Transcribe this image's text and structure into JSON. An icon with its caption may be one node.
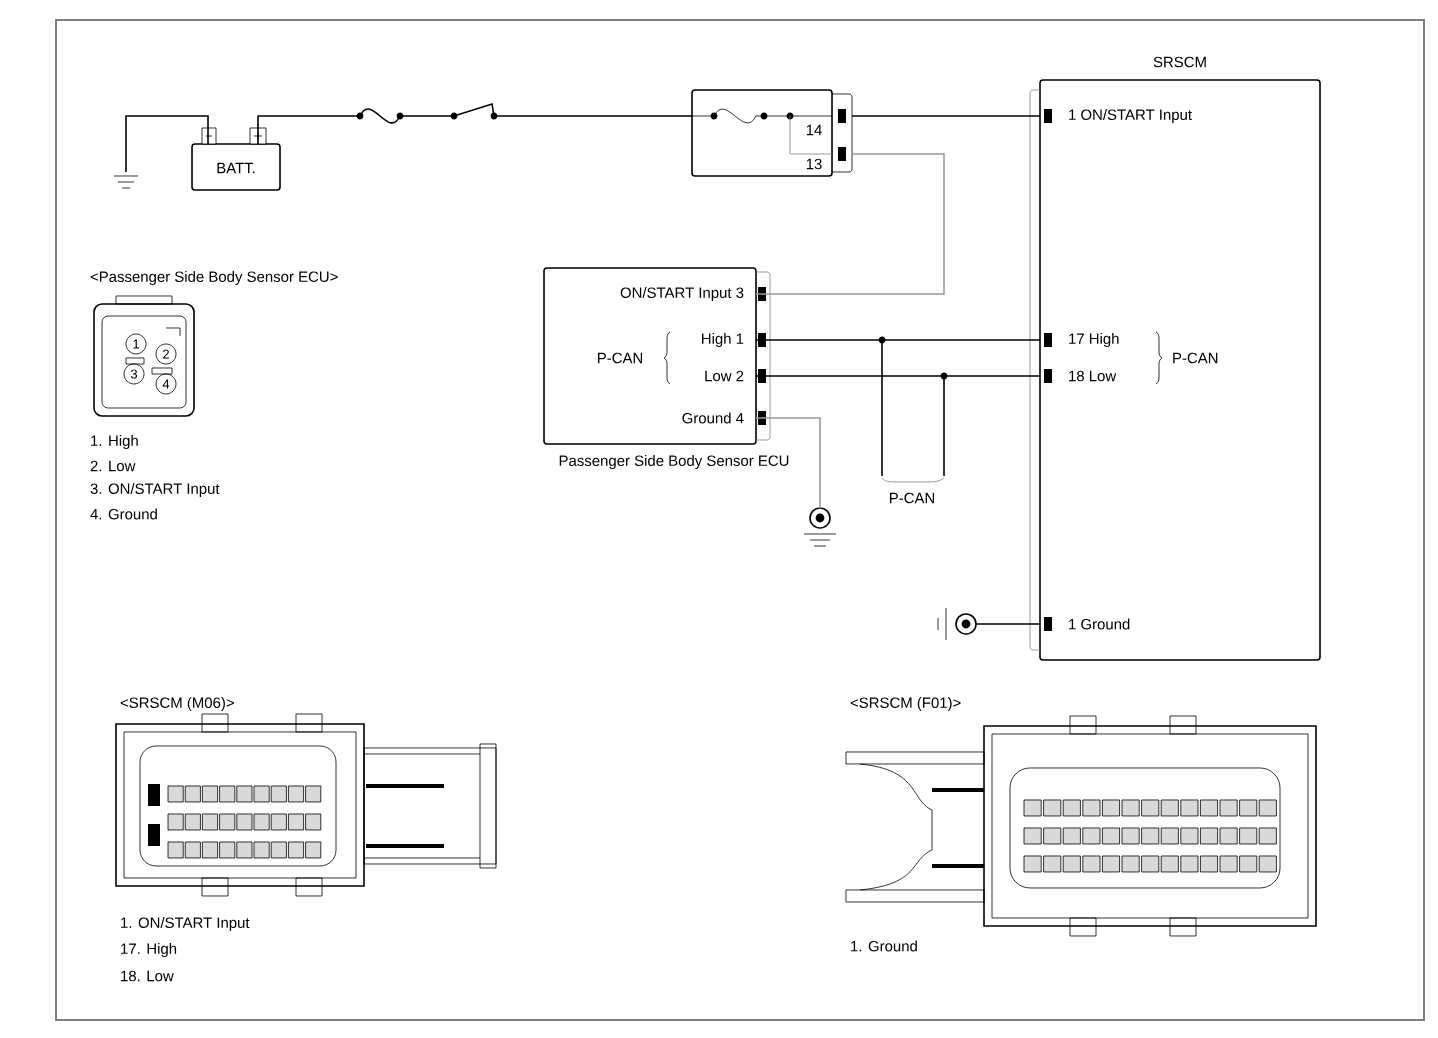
{
  "diagram": {
    "nodes": [
      {
        "text": [
          "BATT."
        ]
      },
      {
        "text": [
          "14",
          "13"
        ]
      },
      {
        "text": [
          "ON/START Input 3",
          "P-CAN",
          "High 1",
          "Low 2",
          "Ground 4"
        ],
        "beside": [
          "Passenger Side Body Sensor ECU"
        ]
      },
      {
        "text": [
          "SRSCM",
          "1 ON/START Input",
          "17 High",
          "18 Low",
          "P-CAN",
          "1 Ground"
        ]
      },
      {
        "text": [],
        "shape": "ground"
      },
      {
        "text": [],
        "shape": "ground"
      },
      {
        "text": [],
        "shape": "ground"
      }
    ],
    "edges": [
      {
        "from": 0,
        "to": 4,
        "arrow": "none"
      },
      {
        "from": 0,
        "to": 1,
        "arrow": "none"
      },
      {
        "from": 1,
        "to": 3,
        "arrow": "none"
      },
      {
        "from": 1,
        "to": 2,
        "arrow": "none",
        "color": "#999999"
      },
      {
        "from": 2,
        "to": 3,
        "arrow": "none"
      },
      {
        "from": 2,
        "to": 3,
        "arrow": "none"
      },
      {
        "from": 2,
        "to": 5,
        "arrow": "none",
        "color": "#999999"
      },
      {
        "from": 6,
        "to": 3,
        "arrow": "none"
      }
    ],
    "labels": [
      "<Passenger Side Body Sensor ECU>",
      "1",
      "2",
      "3",
      "4",
      "1. High",
      "2. Low",
      "3. ON/START Input",
      "4. Ground",
      "P-CAN",
      "<SRSCM (M06)>",
      "1. ON/START Input",
      "17. High",
      "18. Low",
      "<SRSCM (F01)>",
      "1. Ground"
    ]
  }
}
